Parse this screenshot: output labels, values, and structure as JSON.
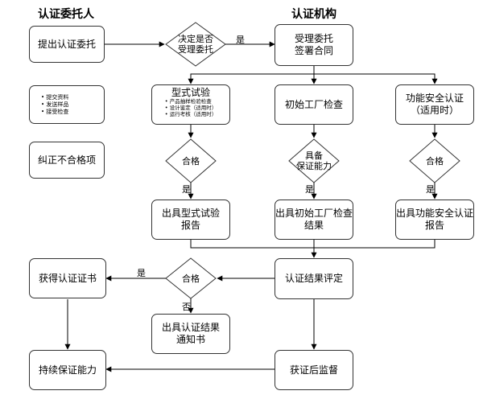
{
  "headers": {
    "applicant": "认证委托人",
    "body": "认证机构"
  },
  "nodes": {
    "submit": "提出认证委托",
    "decide": [
      "决定是否",
      "受理委托"
    ],
    "accept": [
      "受理委托",
      "签署合同"
    ],
    "applicant_tasks": [
      "提交资料",
      "发送样品",
      "接受检查"
    ],
    "type_test": {
      "title": "型式试验",
      "items": [
        "产品抽样检验检查",
        "设计鉴定（适用时）",
        "运行考核（适用时）"
      ]
    },
    "factory_inspection": "初始工厂检查",
    "safety_cert": [
      "功能安全认证",
      "（适用时）"
    ],
    "correct": "纠正不合格项",
    "pass1": "合格",
    "capability": [
      "具备",
      "保证能力"
    ],
    "pass3": "合格",
    "report_type": [
      "出具型式试验",
      "报告"
    ],
    "report_factory": [
      "出具初始工厂检查",
      "结果"
    ],
    "report_safety": [
      "出具功能安全认证",
      "报告"
    ],
    "obtain_cert": "获得认证证书",
    "pass_final": "合格",
    "evaluation": "认证结果评定",
    "notice": [
      "出具认证结果",
      "通知书"
    ],
    "maintain": "持续保证能力",
    "surveillance": "获证后监督"
  },
  "edge_labels": {
    "yes": "是",
    "no": "否"
  }
}
